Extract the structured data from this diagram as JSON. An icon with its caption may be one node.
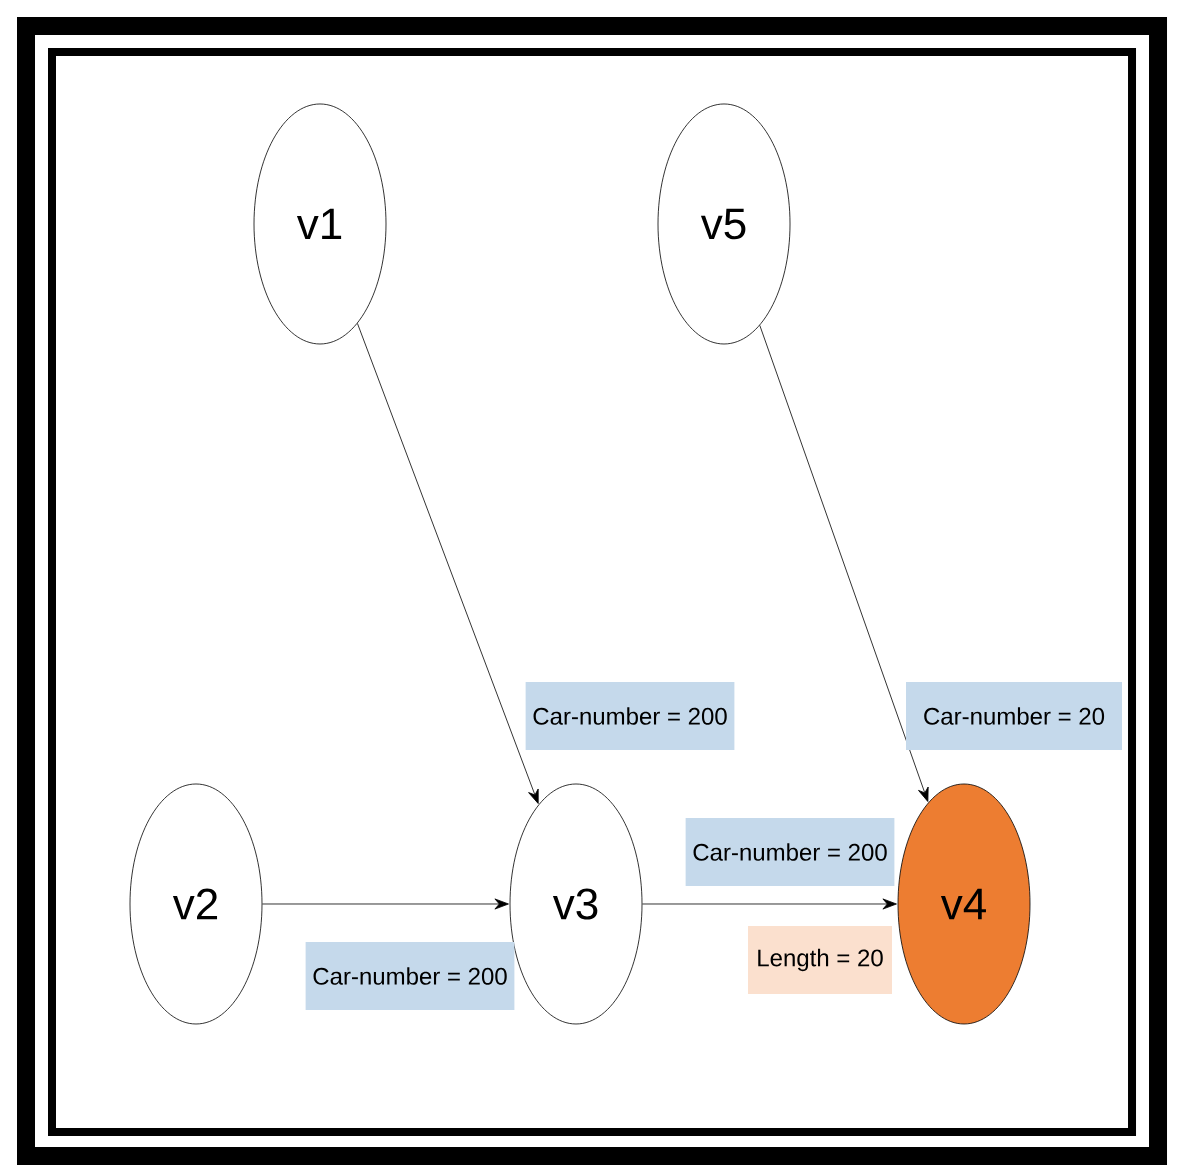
{
  "diagram": {
    "nodes": [
      {
        "text": [
          "v1"
        ]
      },
      {
        "text": [
          "v5"
        ]
      },
      {
        "text": [
          "v2"
        ]
      },
      {
        "text": [
          "v3"
        ]
      },
      {
        "text": [
          "v4"
        ]
      }
    ],
    "edges": [
      {
        "from": 0,
        "to": 3,
        "arrow": "to",
        "label": "Car-number = 200"
      },
      {
        "from": 1,
        "to": 4,
        "arrow": "to",
        "label": "Car-number = 20"
      },
      {
        "from": 2,
        "to": 3,
        "arrow": "to",
        "label": "Car-number = 200"
      },
      {
        "from": 3,
        "to": 4,
        "arrow": "to",
        "label": "Car-number = 200"
      }
    ],
    "labels": [
      "Length = 20"
    ]
  }
}
